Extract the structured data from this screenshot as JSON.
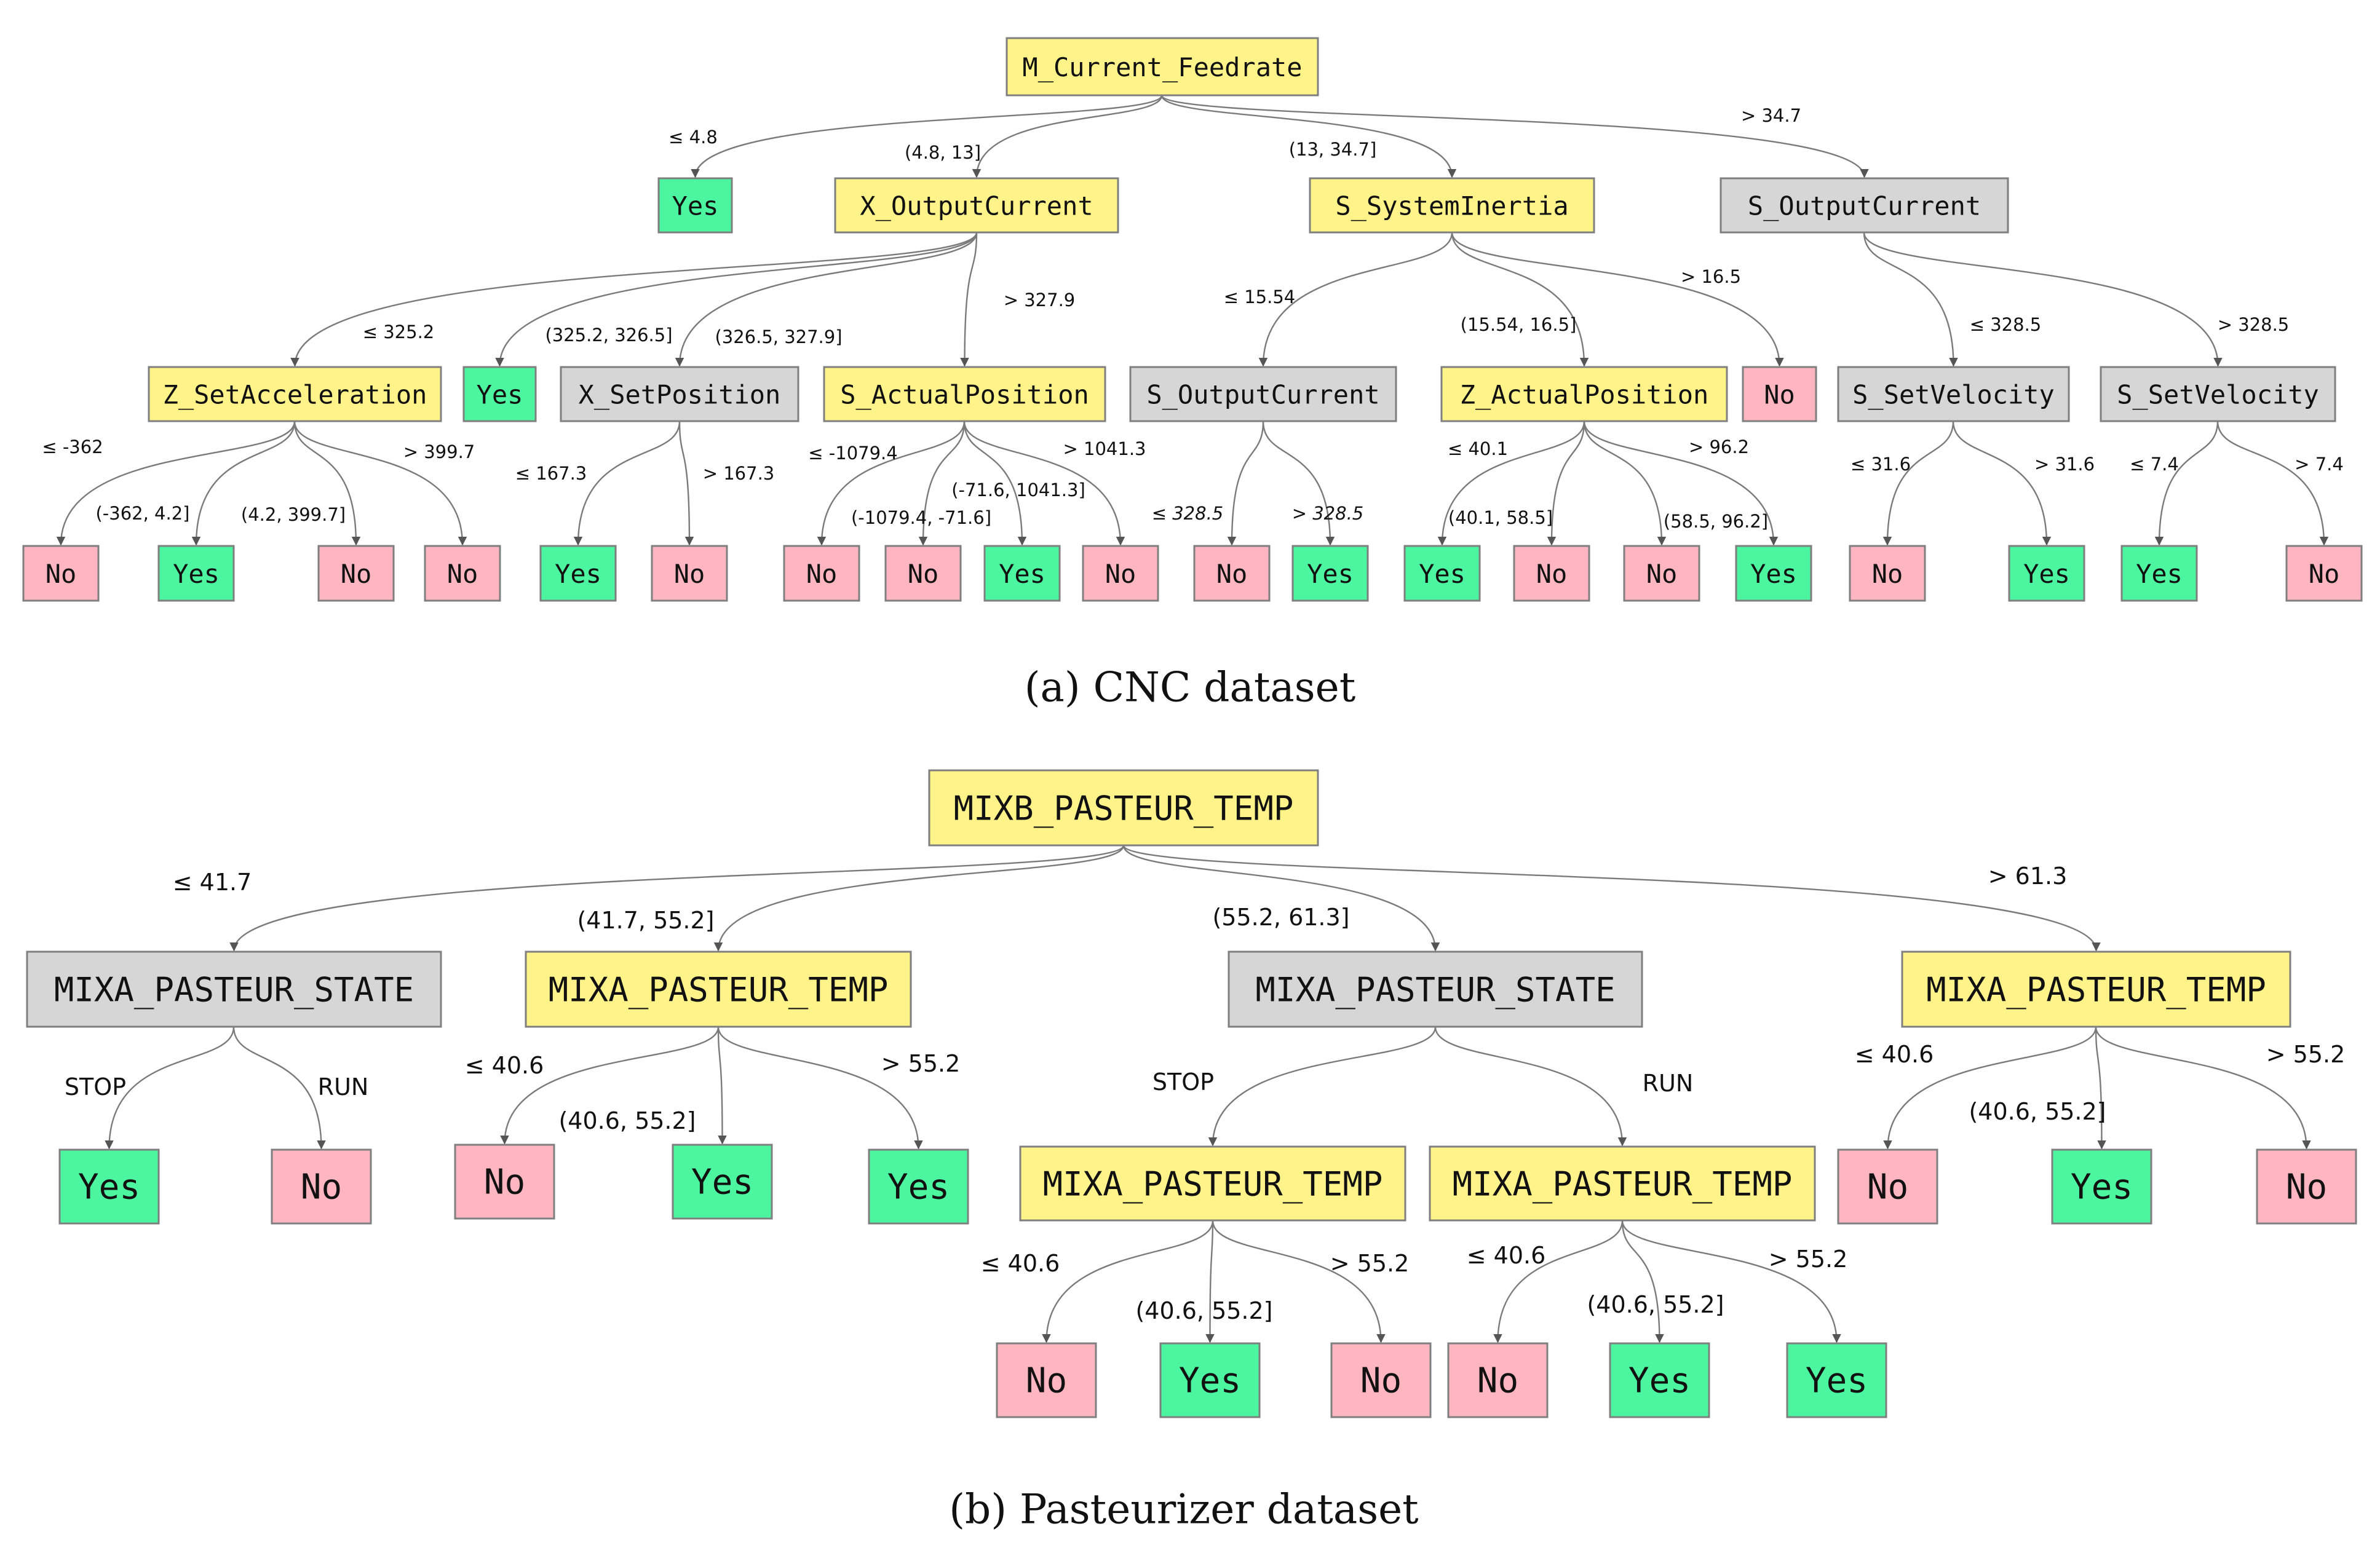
{
  "colors": {
    "split": "#fff38a",
    "split_alt": "#d6d6d6",
    "yes": "#4cf5a0",
    "no": "#ffb6c1",
    "border": "#7f7f7f",
    "edge": "#7a7a7a"
  },
  "diagram": {
    "caption_a": "(a) CNC dataset",
    "caption_b": "(b) Pasteurizer dataset",
    "trees": [
      {
        "id": "a",
        "nodes": [
          {
            "id": "a0",
            "label": "M_Current_Feedrate",
            "kind": "split"
          },
          {
            "id": "a1",
            "label": "Yes",
            "kind": "yes"
          },
          {
            "id": "a2",
            "label": "X_OutputCurrent",
            "kind": "split"
          },
          {
            "id": "a3",
            "label": "S_SystemInertia",
            "kind": "split"
          },
          {
            "id": "a4",
            "label": "S_OutputCurrent",
            "kind": "split_alt"
          },
          {
            "id": "a5",
            "label": "Z_SetAcceleration",
            "kind": "split"
          },
          {
            "id": "a6",
            "label": "Yes",
            "kind": "yes"
          },
          {
            "id": "a7",
            "label": "X_SetPosition",
            "kind": "split_alt"
          },
          {
            "id": "a8",
            "label": "S_ActualPosition",
            "kind": "split"
          },
          {
            "id": "a9",
            "label": "S_OutputCurrent",
            "kind": "split_alt"
          },
          {
            "id": "a10",
            "label": "Z_ActualPosition",
            "kind": "split"
          },
          {
            "id": "a11",
            "label": "No",
            "kind": "no"
          },
          {
            "id": "a12",
            "label": "S_SetVelocity",
            "kind": "split_alt"
          },
          {
            "id": "a13",
            "label": "S_SetVelocity",
            "kind": "split_alt"
          },
          {
            "id": "a14",
            "label": "No",
            "kind": "no"
          },
          {
            "id": "a15",
            "label": "Yes",
            "kind": "yes"
          },
          {
            "id": "a16",
            "label": "No",
            "kind": "no"
          },
          {
            "id": "a17",
            "label": "No",
            "kind": "no"
          },
          {
            "id": "a18",
            "label": "Yes",
            "kind": "yes"
          },
          {
            "id": "a19",
            "label": "No",
            "kind": "no"
          },
          {
            "id": "a20",
            "label": "No",
            "kind": "no"
          },
          {
            "id": "a21",
            "label": "No",
            "kind": "no"
          },
          {
            "id": "a22",
            "label": "Yes",
            "kind": "yes"
          },
          {
            "id": "a23",
            "label": "No",
            "kind": "no"
          },
          {
            "id": "a24",
            "label": "No",
            "kind": "no"
          },
          {
            "id": "a25",
            "label": "Yes",
            "kind": "yes"
          },
          {
            "id": "a26",
            "label": "Yes",
            "kind": "yes"
          },
          {
            "id": "a27",
            "label": "No",
            "kind": "no"
          },
          {
            "id": "a28",
            "label": "No",
            "kind": "no"
          },
          {
            "id": "a29",
            "label": "Yes",
            "kind": "yes"
          },
          {
            "id": "a30",
            "label": "No",
            "kind": "no"
          },
          {
            "id": "a31",
            "label": "Yes",
            "kind": "yes"
          },
          {
            "id": "a32",
            "label": "Yes",
            "kind": "yes"
          },
          {
            "id": "a33",
            "label": "No",
            "kind": "no"
          }
        ],
        "edges": [
          {
            "from": "a0",
            "to": "a1",
            "label": "≤ 4.8"
          },
          {
            "from": "a0",
            "to": "a2",
            "label": "(4.8, 13]"
          },
          {
            "from": "a0",
            "to": "a3",
            "label": "(13, 34.7]"
          },
          {
            "from": "a0",
            "to": "a4",
            "label": "> 34.7"
          },
          {
            "from": "a2",
            "to": "a5",
            "label": "≤ 325.2"
          },
          {
            "from": "a2",
            "to": "a6",
            "label": "(325.2, 326.5]"
          },
          {
            "from": "a2",
            "to": "a7",
            "label": "(326.5, 327.9]"
          },
          {
            "from": "a2",
            "to": "a8",
            "label": "> 327.9"
          },
          {
            "from": "a3",
            "to": "a9",
            "label": "≤ 15.54"
          },
          {
            "from": "a3",
            "to": "a10",
            "label": "(15.54, 16.5]"
          },
          {
            "from": "a3",
            "to": "a11",
            "label": "> 16.5"
          },
          {
            "from": "a4",
            "to": "a12",
            "label": "≤ 328.5"
          },
          {
            "from": "a4",
            "to": "a13",
            "label": "> 328.5"
          },
          {
            "from": "a5",
            "to": "a14",
            "label": "≤ -362"
          },
          {
            "from": "a5",
            "to": "a15",
            "label": "(-362, 4.2]"
          },
          {
            "from": "a5",
            "to": "a16",
            "label": "(4.2, 399.7]"
          },
          {
            "from": "a5",
            "to": "a17",
            "label": "> 399.7"
          },
          {
            "from": "a7",
            "to": "a18",
            "label": "≤ 167.3"
          },
          {
            "from": "a7",
            "to": "a19",
            "label": "> 167.3"
          },
          {
            "from": "a8",
            "to": "a20",
            "label": "≤ -1079.4"
          },
          {
            "from": "a8",
            "to": "a21",
            "label": "(-1079.4, -71.6]"
          },
          {
            "from": "a8",
            "to": "a22",
            "label": "(-71.6, 1041.3]"
          },
          {
            "from": "a8",
            "to": "a23",
            "label": "> 1041.3"
          },
          {
            "from": "a9",
            "to": "a24",
            "label": "≤ 328.5",
            "italic": true
          },
          {
            "from": "a9",
            "to": "a25",
            "label": "> 328.5",
            "italic": true
          },
          {
            "from": "a10",
            "to": "a26",
            "label": "≤ 40.1"
          },
          {
            "from": "a10",
            "to": "a27",
            "label": "(40.1, 58.5]"
          },
          {
            "from": "a10",
            "to": "a28",
            "label": "(58.5, 96.2]"
          },
          {
            "from": "a10",
            "to": "a29",
            "label": "> 96.2"
          },
          {
            "from": "a12",
            "to": "a30",
            "label": "≤ 31.6"
          },
          {
            "from": "a12",
            "to": "a31",
            "label": "> 31.6"
          },
          {
            "from": "a13",
            "to": "a32",
            "label": "≤ 7.4"
          },
          {
            "from": "a13",
            "to": "a33",
            "label": "> 7.4"
          }
        ]
      },
      {
        "id": "b",
        "nodes": [
          {
            "id": "b0",
            "label": "MIXB_PASTEUR_TEMP",
            "kind": "split"
          },
          {
            "id": "b1",
            "label": "MIXA_PASTEUR_STATE",
            "kind": "split_alt"
          },
          {
            "id": "b2",
            "label": "MIXA_PASTEUR_TEMP",
            "kind": "split"
          },
          {
            "id": "b3",
            "label": "MIXA_PASTEUR_STATE",
            "kind": "split_alt"
          },
          {
            "id": "b4",
            "label": "MIXA_PASTEUR_TEMP",
            "kind": "split"
          },
          {
            "id": "b5",
            "label": "Yes",
            "kind": "yes"
          },
          {
            "id": "b6",
            "label": "No",
            "kind": "no"
          },
          {
            "id": "b7",
            "label": "No",
            "kind": "no"
          },
          {
            "id": "b8",
            "label": "Yes",
            "kind": "yes"
          },
          {
            "id": "b9",
            "label": "Yes",
            "kind": "yes"
          },
          {
            "id": "b10",
            "label": "MIXA_PASTEUR_TEMP",
            "kind": "split"
          },
          {
            "id": "b11",
            "label": "MIXA_PASTEUR_TEMP",
            "kind": "split"
          },
          {
            "id": "b12",
            "label": "No",
            "kind": "no"
          },
          {
            "id": "b13",
            "label": "Yes",
            "kind": "yes"
          },
          {
            "id": "b14",
            "label": "No",
            "kind": "no"
          },
          {
            "id": "b15",
            "label": "No",
            "kind": "no"
          },
          {
            "id": "b16",
            "label": "Yes",
            "kind": "yes"
          },
          {
            "id": "b17",
            "label": "No",
            "kind": "no"
          },
          {
            "id": "b18",
            "label": "No",
            "kind": "no"
          },
          {
            "id": "b19",
            "label": "Yes",
            "kind": "yes"
          },
          {
            "id": "b20",
            "label": "Yes",
            "kind": "yes"
          }
        ],
        "edges": [
          {
            "from": "b0",
            "to": "b1",
            "label": "≤ 41.7"
          },
          {
            "from": "b0",
            "to": "b2",
            "label": "(41.7, 55.2]"
          },
          {
            "from": "b0",
            "to": "b3",
            "label": "(55.2, 61.3]"
          },
          {
            "from": "b0",
            "to": "b4",
            "label": "> 61.3"
          },
          {
            "from": "b1",
            "to": "b5",
            "label": "STOP"
          },
          {
            "from": "b1",
            "to": "b6",
            "label": "RUN"
          },
          {
            "from": "b2",
            "to": "b7",
            "label": "≤ 40.6"
          },
          {
            "from": "b2",
            "to": "b8",
            "label": "(40.6, 55.2]"
          },
          {
            "from": "b2",
            "to": "b9",
            "label": "> 55.2"
          },
          {
            "from": "b3",
            "to": "b10",
            "label": "STOP"
          },
          {
            "from": "b3",
            "to": "b11",
            "label": "RUN"
          },
          {
            "from": "b4",
            "to": "b12",
            "label": "≤ 40.6"
          },
          {
            "from": "b4",
            "to": "b13",
            "label": "(40.6, 55.2]"
          },
          {
            "from": "b4",
            "to": "b14",
            "label": "> 55.2"
          },
          {
            "from": "b10",
            "to": "b15",
            "label": "≤ 40.6"
          },
          {
            "from": "b10",
            "to": "b16",
            "label": "(40.6, 55.2]"
          },
          {
            "from": "b10",
            "to": "b17",
            "label": "> 55.2"
          },
          {
            "from": "b11",
            "to": "b18",
            "label": "≤ 40.6"
          },
          {
            "from": "b11",
            "to": "b19",
            "label": "(40.6, 55.2]"
          },
          {
            "from": "b11",
            "to": "b20",
            "label": "> 55.2"
          }
        ]
      }
    ]
  }
}
